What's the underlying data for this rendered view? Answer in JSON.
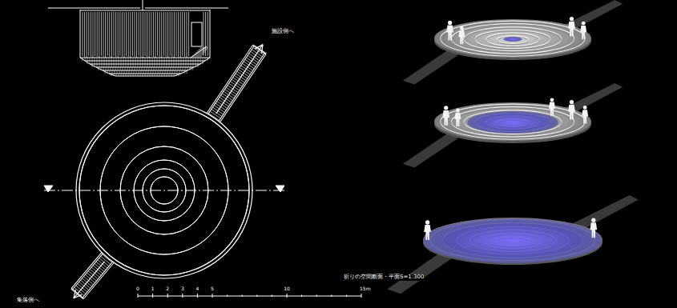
{
  "diagram": {
    "labels": [
      "施設側へ",
      "集落側へ",
      "祈りの空間断面・平面S=1:300",
      "0",
      "1",
      "2",
      "3",
      "4",
      "5",
      "10",
      "15m"
    ]
  }
}
